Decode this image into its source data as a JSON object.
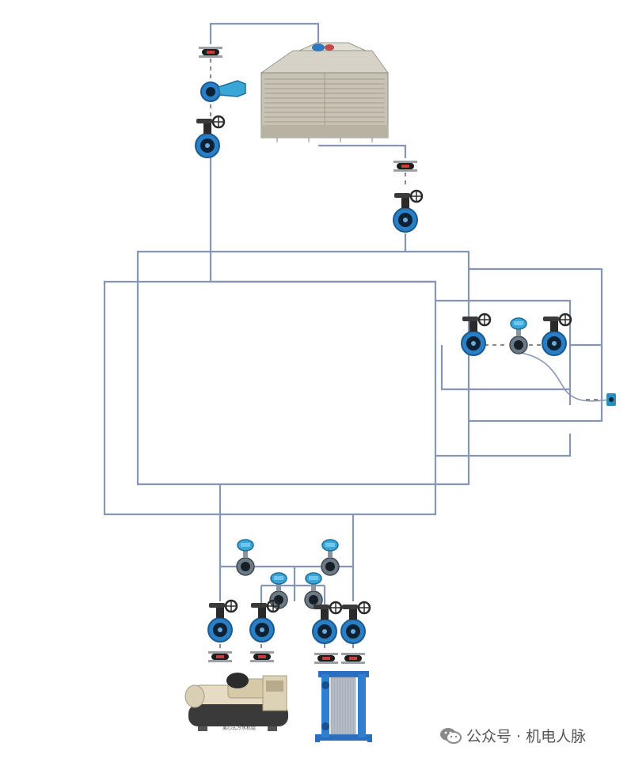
{
  "diagram": {
    "pipe_color": "#8796b4",
    "valve_color": "#2a7fc4",
    "equipment": {
      "cooling_tower": "cooling-tower",
      "chiller": "centrifugal-chiller",
      "chiller_caption": "离心式冷水机组",
      "plate_heat_exchanger": "plate-heat-exchanger"
    }
  },
  "watermark": {
    "text": "公众号 · 机电人脉",
    "icon": "wechat-icon"
  }
}
